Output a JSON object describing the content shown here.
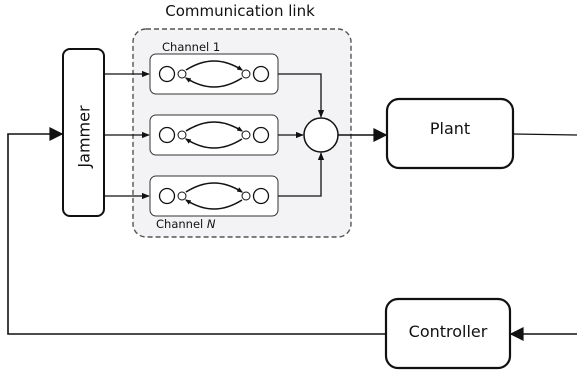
{
  "communication_link": {
    "title": "Communication link",
    "channels": [
      {
        "label": "Channel 1"
      },
      {
        "label": ""
      },
      {
        "label_prefix": "Channel ",
        "label_index": "N"
      }
    ]
  },
  "jammer": {
    "label": "Jammer"
  },
  "plant": {
    "label": "Plant"
  },
  "controller": {
    "label": "Controller"
  },
  "colors": {
    "stroke": "#111111",
    "link_fill": "#f3f3f5",
    "link_border": "#555555"
  }
}
